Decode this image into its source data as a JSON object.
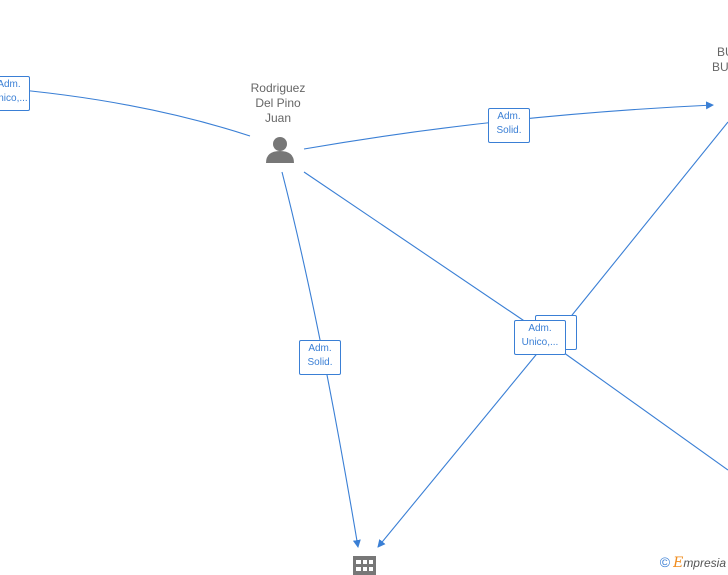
{
  "nodes": {
    "person": {
      "name_lines": [
        "Rodriguez",
        "Del Pino",
        "Juan"
      ],
      "icon": "person-icon"
    },
    "company_top_right": {
      "name_lines": [
        "BU",
        "BU"
      ],
      "icon": "company-icon"
    },
    "company_bottom": {
      "icon": "building-icon"
    }
  },
  "edges": {
    "left": {
      "line1": "Adm.",
      "line2": "Unico,..."
    },
    "top_right": {
      "line1": "Adm.",
      "line2": "Solid."
    },
    "down": {
      "line1": "Adm.",
      "line2": "Solid."
    },
    "center_back": {
      "line1": "",
      "line2": ""
    },
    "center_front": {
      "line1": "Adm.",
      "line2": "Unico,..."
    }
  },
  "colors": {
    "edge": "#3a7fd5",
    "node": "#777777",
    "accent": "#f08c1e"
  },
  "brand": {
    "copyright_symbol": "©",
    "initial": "E",
    "rest": "mpresia"
  }
}
